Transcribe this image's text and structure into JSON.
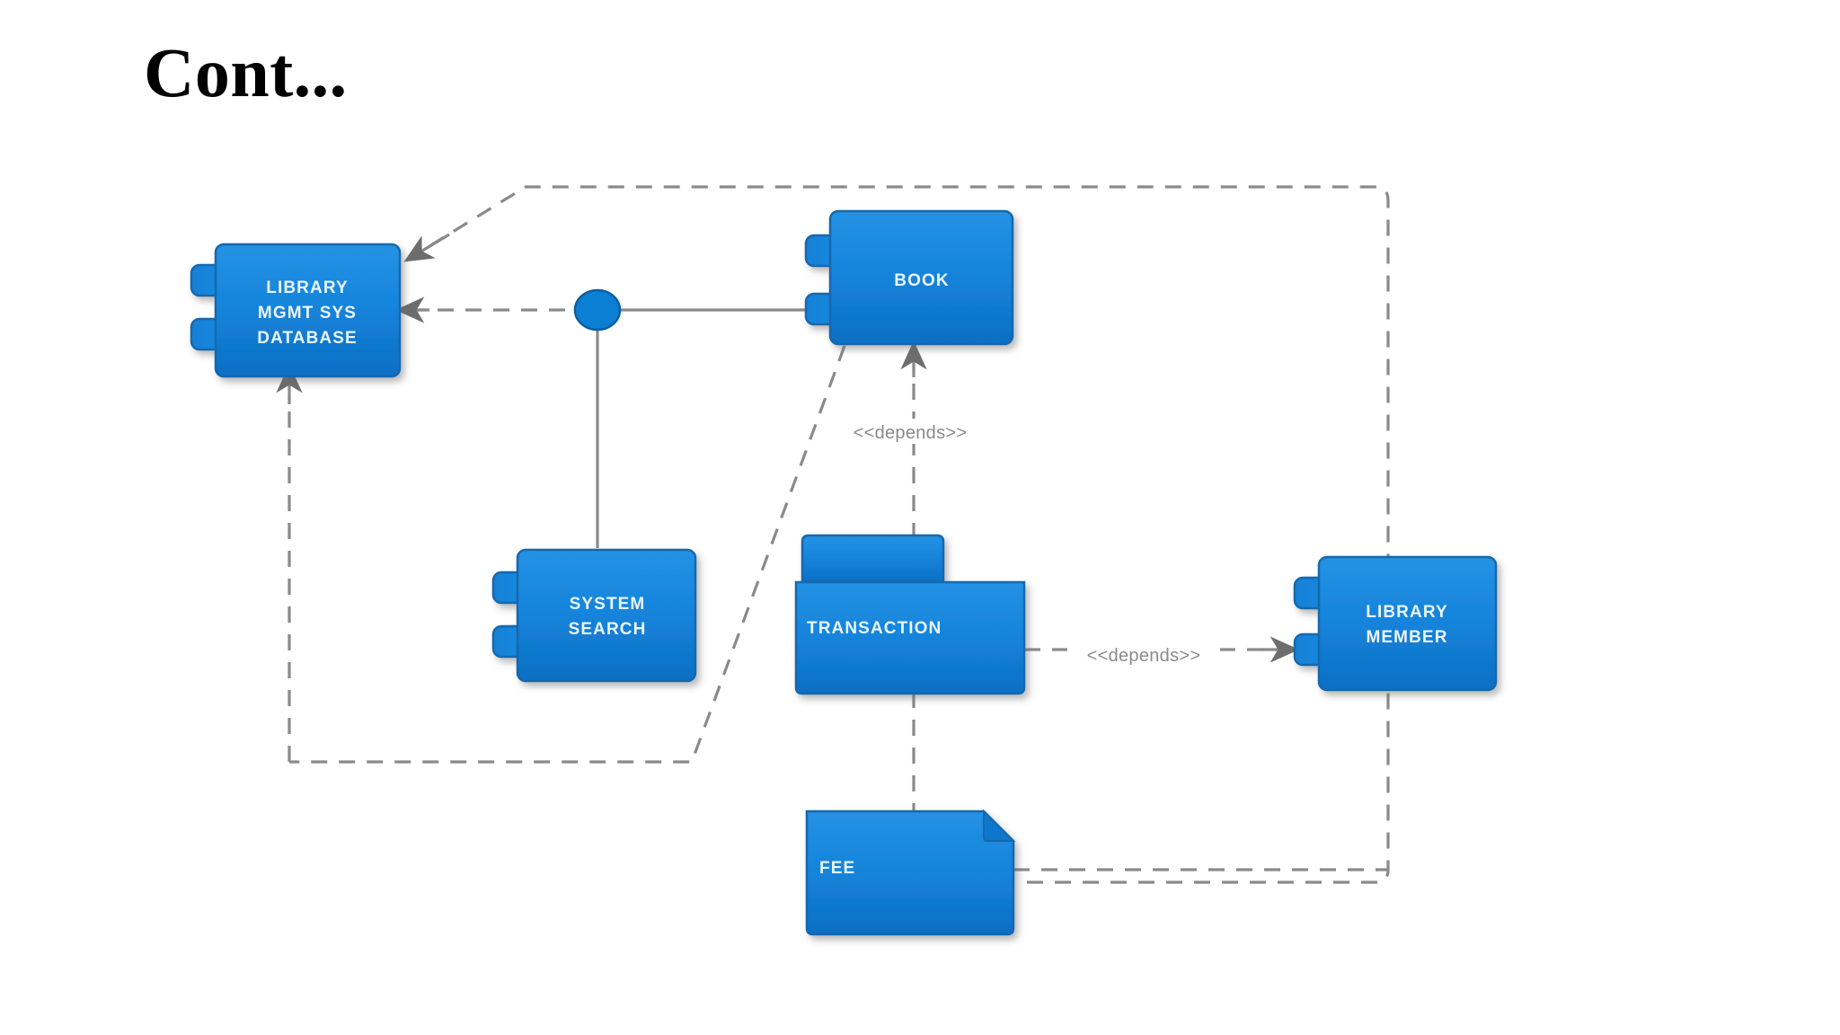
{
  "slide": {
    "title": "Cont...",
    "background_color": "#ffffff"
  },
  "theme": {
    "component_fill_top": "#1f8de0",
    "component_fill_bottom": "#0f72c9",
    "component_stroke": "#1268ad",
    "component_text_color": "#eaf6ff",
    "connector_color": "#7f7f7f",
    "ball_fill": "#0b7fd4",
    "title_color": "#000000"
  },
  "diagram": {
    "type": "uml-component-diagram",
    "components": [
      {
        "id": "library-mgmt-sys-database",
        "name": "LIBRARY MGMT SYS DATABASE",
        "lines": [
          "LIBRARY",
          "MGMT SYS",
          "DATABASE"
        ],
        "shape": "component",
        "ports": 2
      },
      {
        "id": "book",
        "name": "BOOK",
        "lines": [
          "BOOK"
        ],
        "shape": "component",
        "ports": 2
      },
      {
        "id": "system-search",
        "name": "SYSTEM SEARCH",
        "lines": [
          "SYSTEM",
          "SEARCH"
        ],
        "shape": "component",
        "ports": 2
      },
      {
        "id": "transaction",
        "name": "TRANSACTION",
        "lines": [
          "TRANSACTION"
        ],
        "shape": "package",
        "ports": 0
      },
      {
        "id": "fee",
        "name": "FEE",
        "lines": [
          "FEE"
        ],
        "shape": "note",
        "ports": 0
      },
      {
        "id": "library-member",
        "name": "LIBRARY MEMBER",
        "lines": [
          "LIBRARY",
          "MEMBER"
        ],
        "shape": "component",
        "ports": 2
      }
    ],
    "interfaces": [
      {
        "id": "search-interface-ball",
        "kind": "provided-interface-ball"
      }
    ],
    "stereotype_labels": [
      {
        "id": "depends-book-transaction",
        "text": "<<depends>>"
      },
      {
        "id": "depends-transaction-member",
        "text": "<<depends>>"
      }
    ],
    "connectors": [
      {
        "id": "book-to-database-boundary",
        "style": "dashed",
        "arrow": "to-database"
      },
      {
        "id": "ball-to-database",
        "style": "dashed",
        "arrow": "to-database"
      },
      {
        "id": "ball-to-book",
        "style": "solid",
        "arrow": "none"
      },
      {
        "id": "ball-to-system-search",
        "style": "solid",
        "arrow": "none"
      },
      {
        "id": "transaction-to-book",
        "style": "dashed",
        "arrow": "to-book"
      },
      {
        "id": "book-to-lower-left-path",
        "style": "dashed",
        "arrow": "none"
      },
      {
        "id": "lower-left-to-database",
        "style": "dashed",
        "arrow": "to-database"
      },
      {
        "id": "transaction-to-library-member",
        "style": "dashed",
        "arrow": "to-library-member"
      },
      {
        "id": "transaction-to-fee",
        "style": "dashed",
        "arrow": "none"
      },
      {
        "id": "fee-to-right-boundary",
        "style": "dashed",
        "arrow": "none"
      }
    ]
  }
}
